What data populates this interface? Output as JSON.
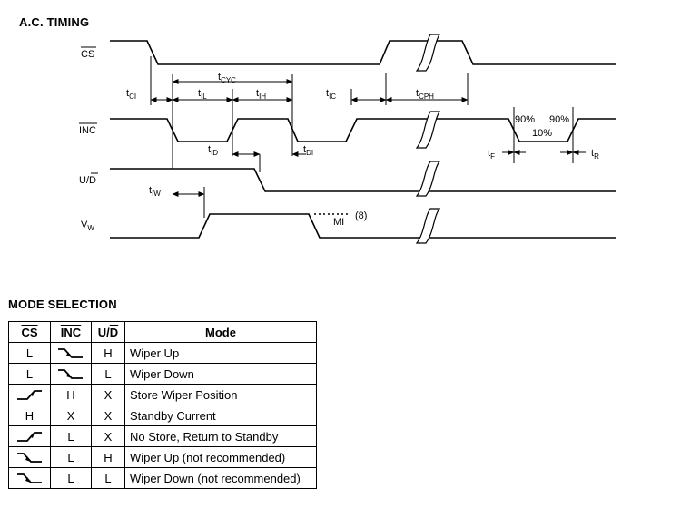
{
  "headings": {
    "ac_timing": "A.C. TIMING",
    "mode_selection": "MODE SELECTION"
  },
  "timing": {
    "signals": {
      "cs": "CS",
      "inc": "INC",
      "ud_u": "U/",
      "ud_d": "D",
      "vw_v": "V",
      "vw_sub": "W"
    },
    "params": {
      "tci": {
        "t": "t",
        "sub": "CI"
      },
      "tcyc": {
        "t": "t",
        "sub": "CYC"
      },
      "til": {
        "t": "t",
        "sub": "IL"
      },
      "tih": {
        "t": "t",
        "sub": "IH"
      },
      "tic": {
        "t": "t",
        "sub": "IC"
      },
      "tcph": {
        "t": "t",
        "sub": "CPH"
      },
      "tid": {
        "t": "t",
        "sub": "ID"
      },
      "tdi": {
        "t": "t",
        "sub": "DI"
      },
      "tiw": {
        "t": "t",
        "sub": "IW"
      },
      "tf": {
        "t": "t",
        "sub": "F"
      },
      "tr": {
        "t": "t",
        "sub": "R"
      }
    },
    "levels": {
      "p90_left": "90%",
      "p90_right": "90%",
      "p10": "10%"
    },
    "mi_label": "MI",
    "note": "(8)"
  },
  "table": {
    "headers": {
      "cs": "CS",
      "inc": "INC",
      "ud_u": "U/",
      "ud_d": "D",
      "mode": "Mode"
    },
    "rows": [
      {
        "cs": "L",
        "inc": "fall",
        "ud": "H",
        "mode": "Wiper Up"
      },
      {
        "cs": "L",
        "inc": "fall",
        "ud": "L",
        "mode": "Wiper Down"
      },
      {
        "cs": "rise",
        "inc": "H",
        "ud": "X",
        "mode": "Store Wiper Position"
      },
      {
        "cs": "H",
        "inc": "X",
        "ud": "X",
        "mode": "Standby Current"
      },
      {
        "cs": "rise",
        "inc": "L",
        "ud": "X",
        "mode": "No Store, Return to Standby"
      },
      {
        "cs": "fall",
        "inc": "L",
        "ud": "H",
        "mode": "Wiper Up (not recommended)"
      },
      {
        "cs": "fall",
        "inc": "L",
        "ud": "L",
        "mode": "Wiper Down (not recommended)"
      }
    ]
  }
}
